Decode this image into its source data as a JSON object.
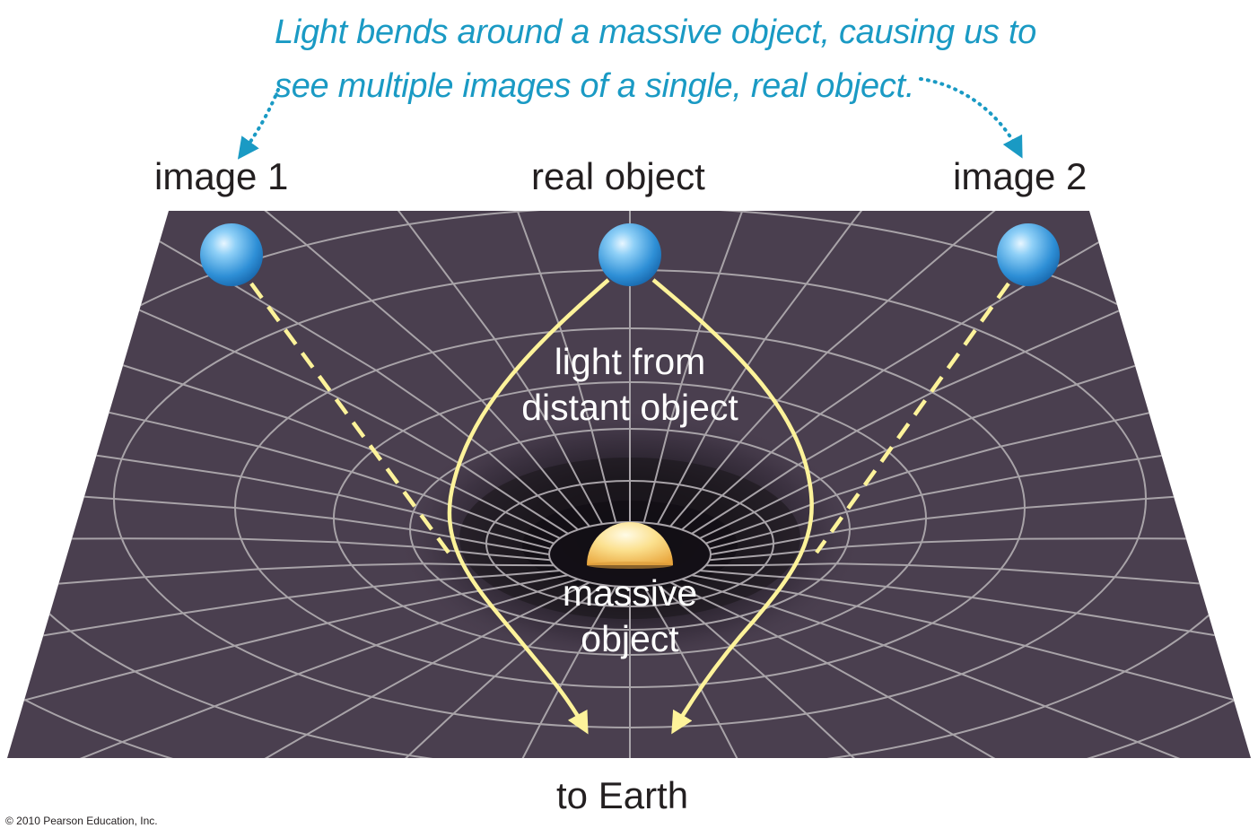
{
  "caption": {
    "line1": "Light bends around a massive object, causing us to",
    "line2": "see multiple images of a single, real object."
  },
  "labels": {
    "image1": "image 1",
    "real_object": "real object",
    "image2": "image 2",
    "light_line1": "light from",
    "light_line2": "distant object",
    "massive_line1": "massive",
    "massive_line2": "object",
    "to_earth": "to Earth"
  },
  "copyright": "© 2010 Pearson Education, Inc.",
  "colors": {
    "caption": "#1a9ac4",
    "sheet": "#4a3f4f",
    "grid": "#a8a3a8",
    "light_path": "#fdf39a",
    "sphere": "#3d9be0",
    "massive_object": "#f5c96a"
  }
}
